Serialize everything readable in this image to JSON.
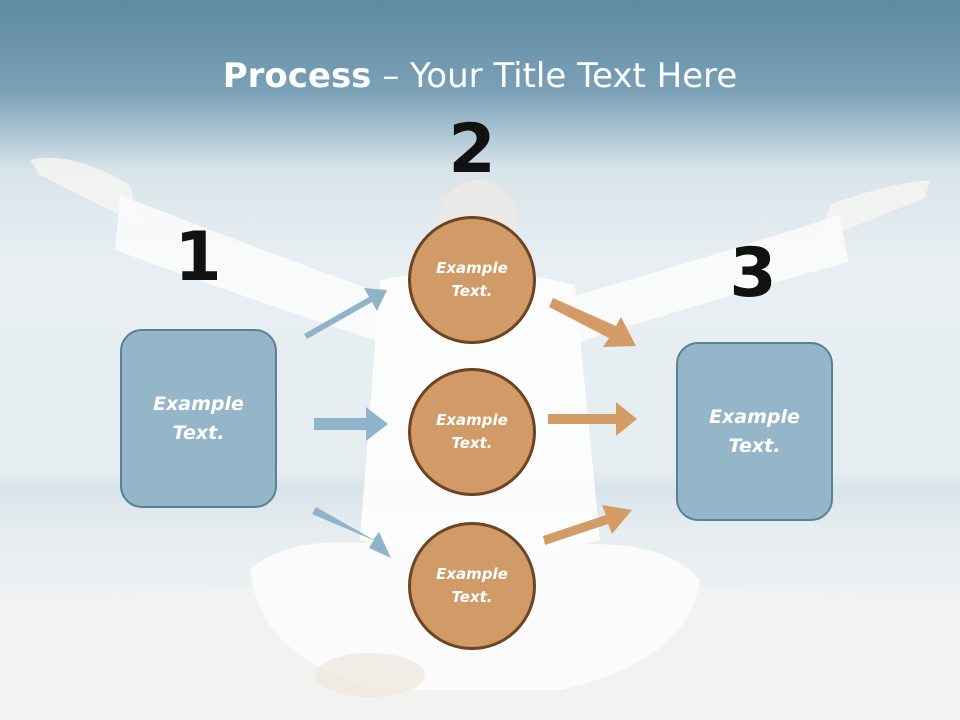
{
  "title": {
    "bold": "Process",
    "rest": " – Your Title Text Here"
  },
  "steps": {
    "one": "1",
    "two": "2",
    "three": "3"
  },
  "left_box": "Example Text.",
  "right_box": "Example Text.",
  "circles": [
    "Example Text.",
    "Example Text.",
    "Example Text."
  ],
  "colors": {
    "box": "#95b6c8",
    "circle": "#d09b67",
    "arrow_in": "#8fb4c9",
    "arrow_out": "#d39c67"
  }
}
